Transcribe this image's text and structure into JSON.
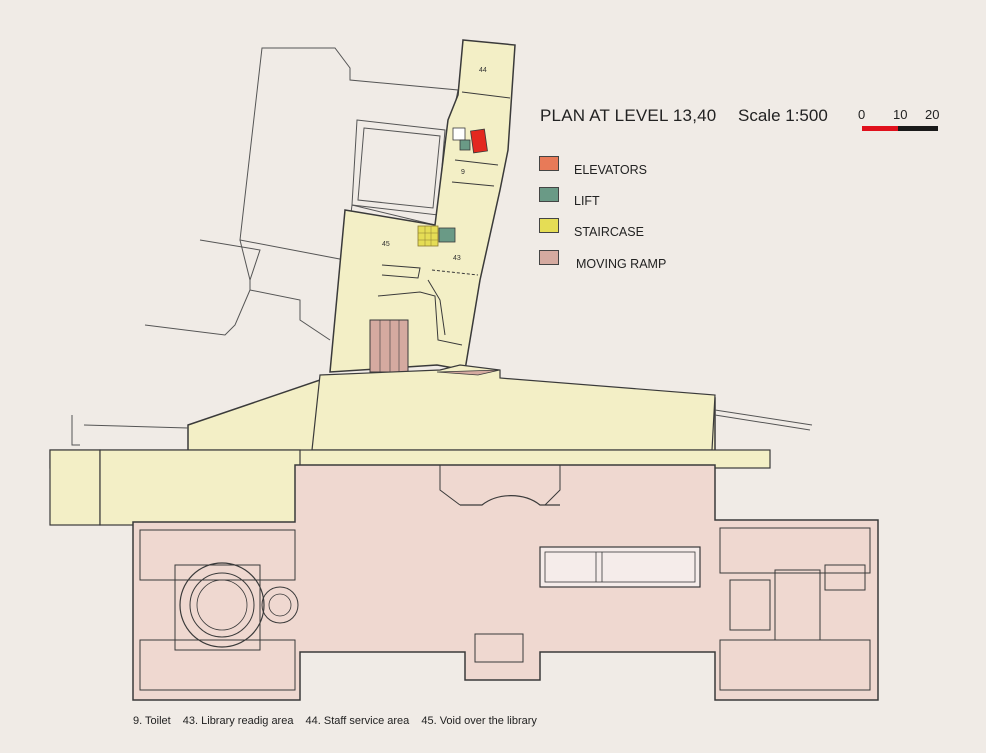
{
  "title": "PLAN AT LEVEL 13,40",
  "scale": {
    "label": "Scale 1:500",
    "ticks": [
      "0",
      "10",
      "20"
    ],
    "colors": {
      "first": "#e0101c",
      "second": "#1a1a1a"
    }
  },
  "legend": [
    {
      "label": "ELEVATORS",
      "color": "#e87a58"
    },
    {
      "label": "LIFT",
      "color": "#6a9a86"
    },
    {
      "label": "STAIRCASE",
      "color": "#e5dd55"
    },
    {
      "label": "MOVING RAMP",
      "color": "#d5aaa0"
    }
  ],
  "room_labels": {
    "r44": "44",
    "r9": "9",
    "r45": "45",
    "r43": "43"
  },
  "notes": [
    "9. Toilet",
    "43. Library readig area",
    "44.  Staff service area",
    "45. Void over the library"
  ],
  "colors": {
    "yellow_floor": "#f3efc6",
    "pink_floor": "#efd8d0",
    "outline": "#3a3a3a",
    "background": "#f0ebe6"
  }
}
